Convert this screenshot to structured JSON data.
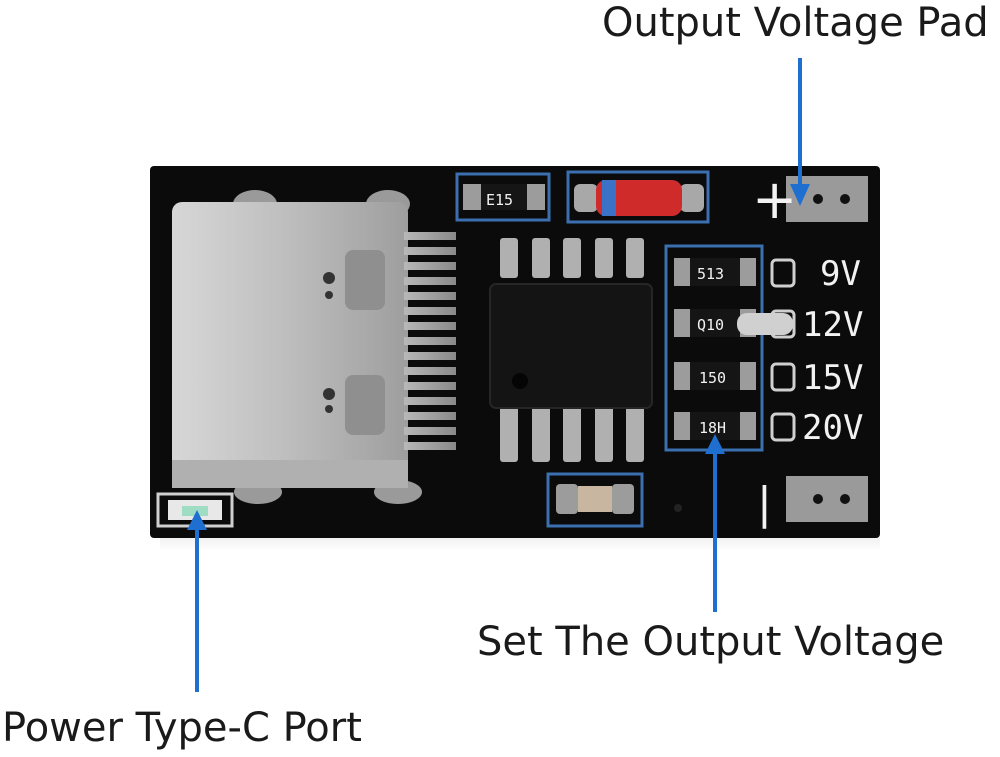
{
  "callouts": {
    "output_pad": "Output Voltage Pad",
    "set_voltage": "Set The Output Voltage",
    "type_c_port": "Power Type-C Port"
  },
  "board": {
    "plus_sign": "+",
    "minus_sign": "|",
    "voltages": [
      "9V",
      "12V",
      "15V",
      "20V"
    ],
    "resistor_codes": [
      "E15",
      "513",
      "Q10",
      "150",
      "18H"
    ]
  },
  "colors": {
    "arrow": "#1f6fd1",
    "pcb": "#0b0b0b",
    "silkscreen": "#f2f2f2",
    "outline": "#3b6fb0",
    "pad": "#9a9a9a",
    "connector": "#c4c4c4"
  }
}
